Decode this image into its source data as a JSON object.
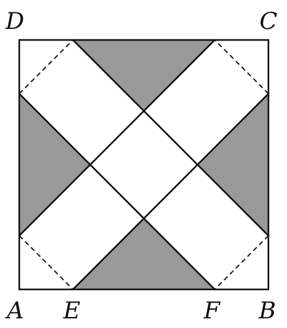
{
  "labels": {
    "D": "D",
    "C": "C",
    "A": "A",
    "E": "E",
    "F": "F",
    "B": "B"
  },
  "colors": {
    "shade": "#999999",
    "line": "#111111",
    "background": "#ffffff"
  }
}
